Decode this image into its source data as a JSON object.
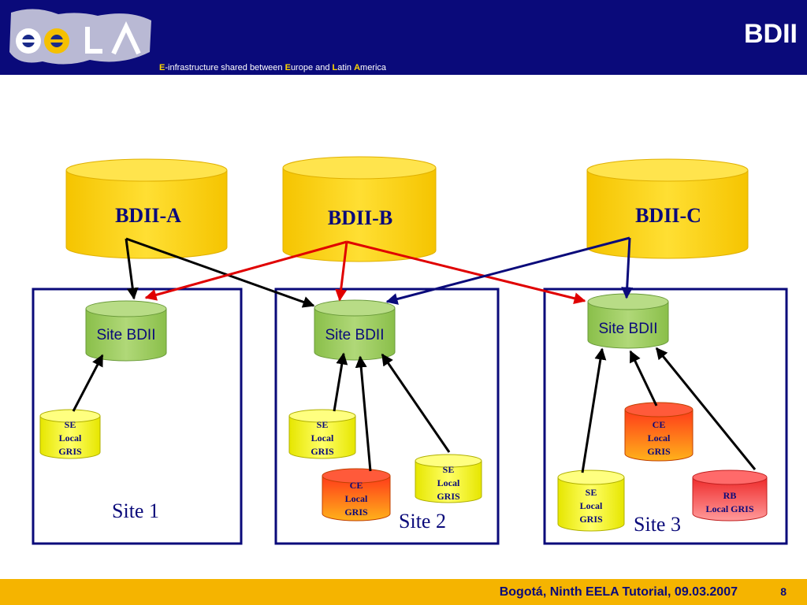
{
  "header": {
    "title": "BDII",
    "tagline": {
      "e1": "E",
      "t1": "-infrastructure shared between ",
      "e2": "E",
      "t2": "urope and ",
      "e3": "L",
      "t3": "atin ",
      "e4": "A",
      "t4": "merica"
    }
  },
  "diagram": {
    "top_bdiis": [
      "BDII-A",
      "BDII-B",
      "BDII-C"
    ],
    "site_bdii_label": "Site BDII",
    "sites": [
      "Site 1",
      "Site 2",
      "Site 3"
    ],
    "resources": {
      "site1_se": [
        "SE",
        "Local",
        "GRIS"
      ],
      "site2_se1": [
        "SE",
        "Local",
        "GRIS"
      ],
      "site2_ce": [
        "CE",
        "Local",
        "GRIS"
      ],
      "site2_se2": [
        "SE",
        "Local",
        "GRIS"
      ],
      "site3_ce": [
        "CE",
        "Local",
        "GRIS"
      ],
      "site3_se": [
        "SE",
        "Local",
        "GRIS"
      ],
      "site3_rb": [
        "RB",
        "Local GRIS"
      ]
    },
    "colors": {
      "bdii_a_arrows": "#000000",
      "bdii_b_arrows": "#e00000",
      "bdii_c_arrows": "#0a0a7a",
      "top_bdii_fill": "#ffd400",
      "site_bdii_fill": "#9ccc5a",
      "se_fill": "#f2f20a",
      "ce_fill": "#f5541a",
      "rb_fill": "#f04a4a",
      "site_border": "#0a0a7a"
    }
  },
  "footer": {
    "text": "Bogotá, Ninth EELA Tutorial, 09.03.2007",
    "page_number": "8"
  }
}
